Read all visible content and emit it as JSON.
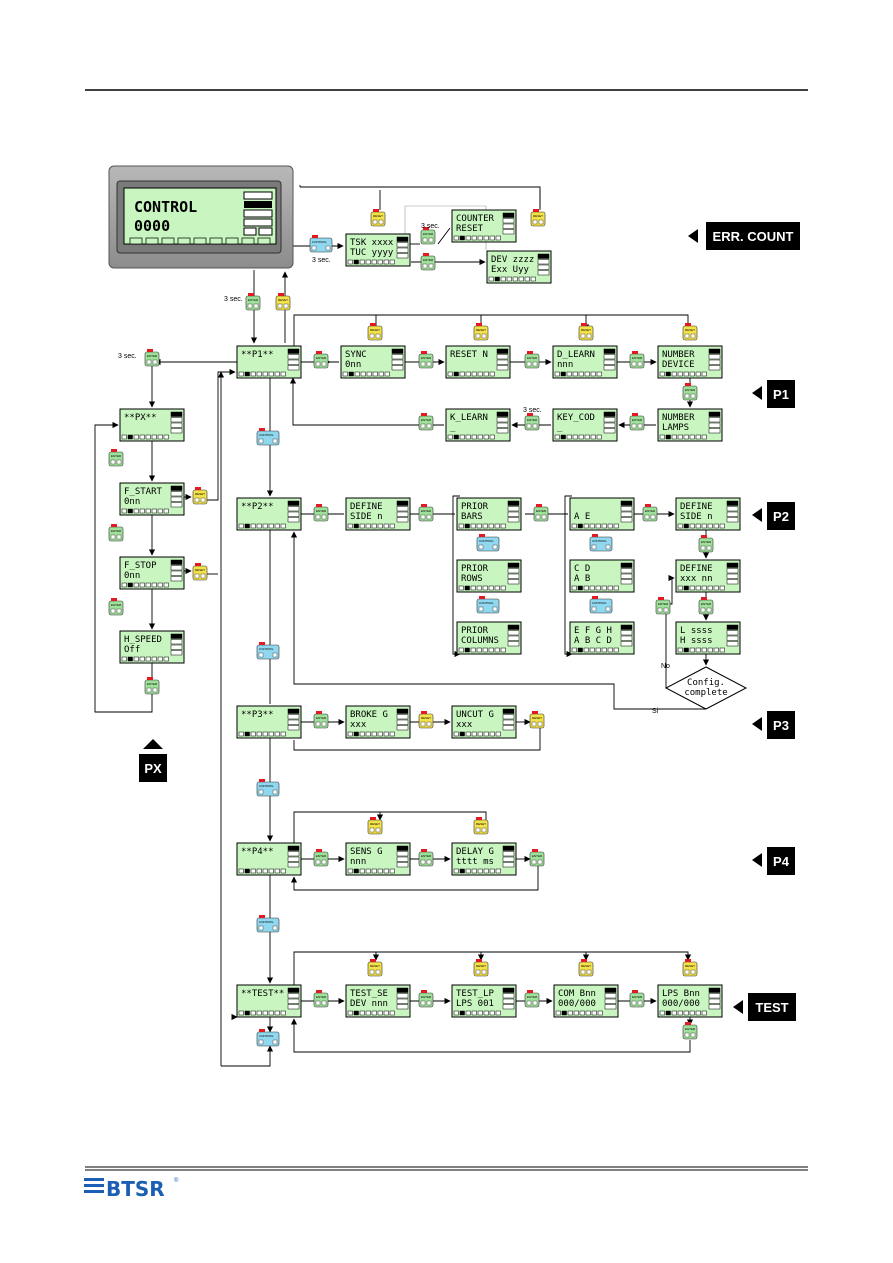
{
  "control_panel": {
    "line1": "CONTROL",
    "line2": "0000"
  },
  "units": {
    "three_sec": "3 sec."
  },
  "buttons": {
    "enter": "ENTER",
    "reset": "RESET",
    "control": "CONTROL"
  },
  "displays": {
    "tsk": [
      "TSK xxxx",
      "TUC yyyy"
    ],
    "counter_reset": [
      "COUNTER",
      "RESET"
    ],
    "dev": [
      "DEV zzzz",
      "Exx Uyy"
    ],
    "p1": [
      "**P1**",
      ""
    ],
    "sync": [
      "SYNC",
      "0nn"
    ],
    "reset_n": [
      "RESET N",
      ""
    ],
    "d_learn": [
      "D_LEARN",
      "nnn"
    ],
    "number_device": [
      "NUMBER",
      "DEVICE"
    ],
    "px": [
      "**PX**",
      ""
    ],
    "k_learn": [
      "K_LEARN",
      "_"
    ],
    "key_cod": [
      "KEY_COD",
      "_"
    ],
    "number_lamps": [
      "NUMBER",
      "LAMPS"
    ],
    "f_start": [
      "F_START",
      "0nn"
    ],
    "f_stop": [
      "F_STOP",
      "0nn"
    ],
    "h_speed": [
      "H_SPEED",
      "Off"
    ],
    "p2": [
      "**P2**",
      ""
    ],
    "define_side_n": [
      "DEFINE",
      "SIDE  n"
    ],
    "prior_bars": [
      "PRIOR",
      "BARS"
    ],
    "prior_rows": [
      "PRIOR",
      "ROWS"
    ],
    "prior_columns": [
      "PRIOR",
      "COLUMNS"
    ],
    "ae": [
      "",
      "A     E"
    ],
    "cd_ab": [
      "C     D",
      "A     B"
    ],
    "efgh": [
      "E F G H",
      "A B C D"
    ],
    "define_side_r": [
      "DEFINE",
      "SIDE   n"
    ],
    "define_xxx": [
      "DEFINE",
      "xxx  nn"
    ],
    "l_ssss": [
      "L ssss",
      "H ssss"
    ],
    "p3": [
      "**P3**",
      ""
    ],
    "broke_g": [
      "BROKE G",
      "xxx"
    ],
    "uncut_g": [
      "UNCUT G",
      "xxx"
    ],
    "p4": [
      "**P4**",
      ""
    ],
    "sens_g": [
      "SENS  G",
      "nnn"
    ],
    "delay_g": [
      "DELAY G",
      "tttt ms"
    ],
    "test": [
      "**TEST**",
      ""
    ],
    "test_se": [
      "TEST_SE",
      "DEV nnn"
    ],
    "test_lp": [
      "TEST_LP",
      "LPS 001"
    ],
    "com": [
      "COM Bnn",
      "000/000"
    ],
    "lps": [
      "LPS Bnn",
      "000/000"
    ]
  },
  "decision": {
    "line1": "Config.",
    "line2": "complete",
    "no": "No",
    "yes": "Si"
  },
  "tags": {
    "err_count": "ERR. COUNT",
    "p1": "P1",
    "p2": "P2",
    "p3": "P3",
    "p4": "P4",
    "test": "TEST",
    "px": "PX"
  },
  "footer": {
    "logo": "BTSR",
    "registered": "®"
  }
}
